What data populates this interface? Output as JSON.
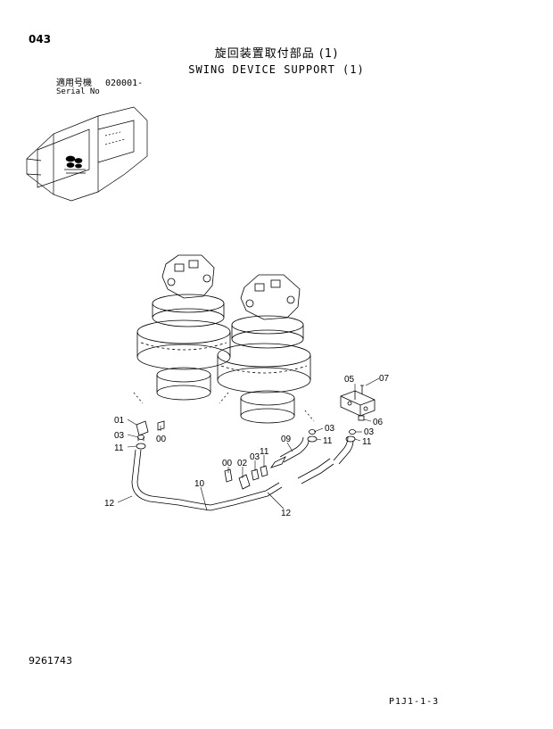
{
  "header": {
    "page_number": "043",
    "title_jp": "旋回装置取付部品 (1)",
    "title_en": "SWING DEVICE SUPPORT (1)"
  },
  "serial": {
    "label_jp": "適用号機",
    "label_en": "Serial No",
    "value": "020001-"
  },
  "callouts": {
    "c01": "01",
    "c03a": "03",
    "c00a": "00",
    "c11a": "11",
    "c12a": "12",
    "c10": "10",
    "c00b": "00",
    "c02": "02",
    "c03b": "03",
    "c11b": "11",
    "c12b": "12",
    "c09": "09",
    "c03c": "03",
    "c11c": "11",
    "c05": "05",
    "c07": "07",
    "c06": "06",
    "c03d": "03",
    "c11d": "11"
  },
  "footer": {
    "doc_number": "9261743",
    "page_ref": "P1J1-1-3"
  }
}
